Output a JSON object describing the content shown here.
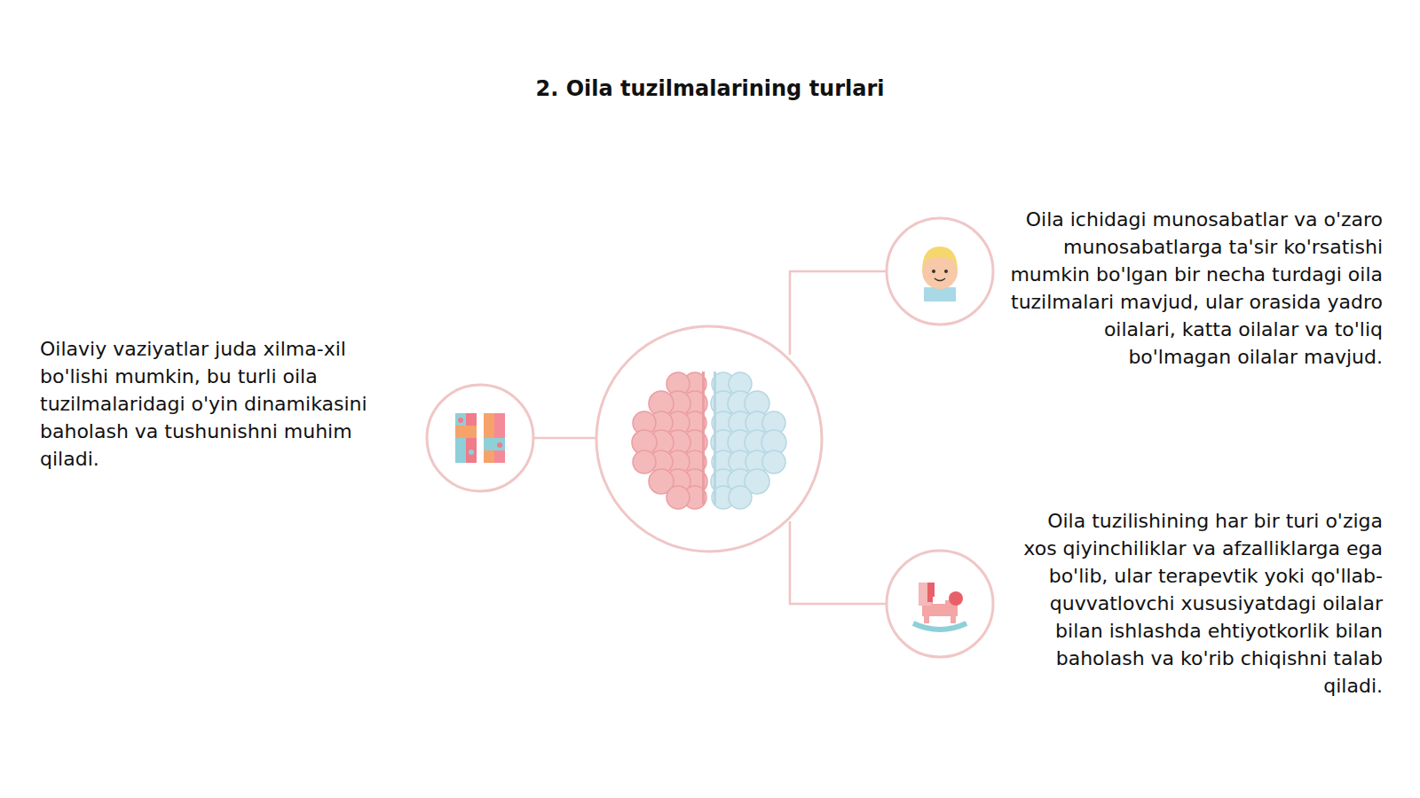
{
  "diagram": {
    "title": "2. Oila tuzilmalarining turlari",
    "nodes": [
      {
        "text": [
          "Oilaviy vaziyatlar juda xilma-xil bo'lishi mumkin, bu turli oila tuzilmalaridagi o'yin dinamikasini baholash va tushunishni muhim qiladi."
        ]
      },
      {
        "text": [
          "Oila ichidagi munosabatlar va o'zaro munosabatlarga ta'sir ko'rsatishi mumkin bo'lgan bir necha turdagi oila tuzilmalari mavjud, ular orasida yadro oilalari, katta oilalar va to'liq bo'lmagan oilalar mavjud."
        ]
      },
      {
        "text": [
          "Oila tuzilishining har bir turi o'ziga xos qiyinchiliklar va afzalliklarga ega bo'lib, ular terapevtik yoki qo'llab-quvvatlovchi xususiyatdagi oilalar bilan ishlashda ehtiyotkorlik bilan baholash va ko'rib chiqishni talab qiladi."
        ]
      }
    ]
  }
}
